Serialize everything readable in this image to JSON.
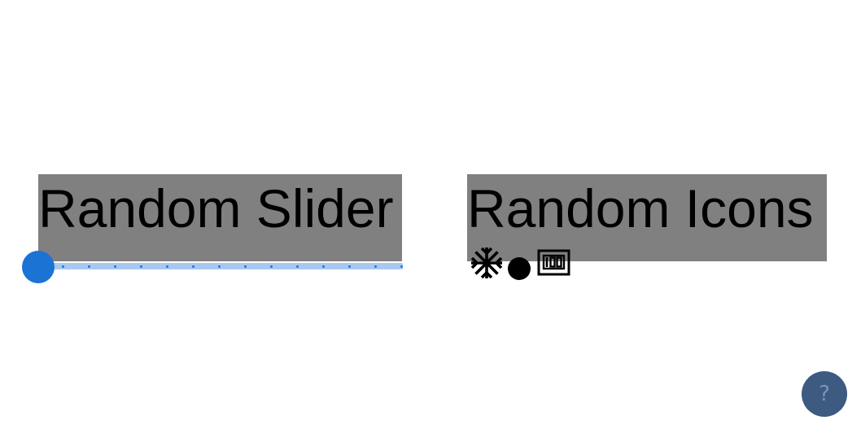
{
  "slider_section": {
    "title": "Random Slider",
    "value": 0,
    "min": 0,
    "max": 14,
    "step": 1,
    "ticks": 15,
    "accent_color": "#1b73d3",
    "track_color": "#a9c8f0"
  },
  "icons_section": {
    "title": "Random Icons",
    "icons": [
      "snowflake-icon",
      "circle-icon",
      "hundred-points-icon"
    ]
  },
  "help_button": {
    "label": "?",
    "color": "#3d5a80"
  },
  "colors": {
    "heading_background": "#808080"
  }
}
